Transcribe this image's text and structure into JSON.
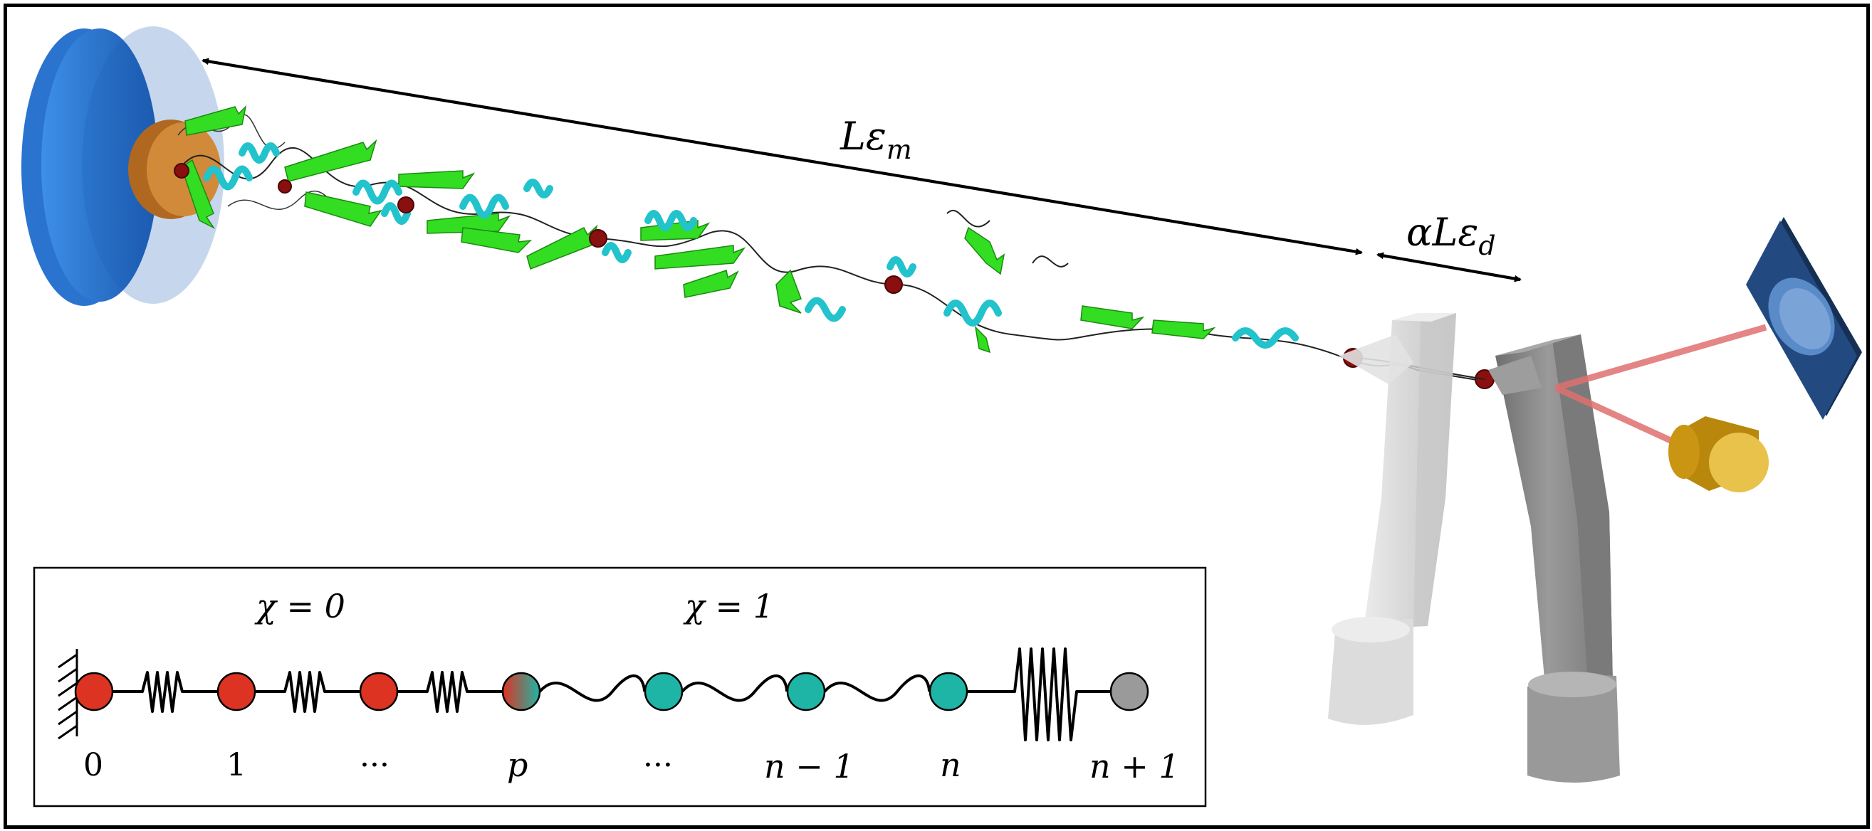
{
  "labels": {
    "L_eps_m": {
      "main": "Lε",
      "sub": "m"
    },
    "alpha_L_eps_d": {
      "main": "αLε",
      "sub": "d"
    }
  },
  "inset": {
    "chi_left": "χ = 0",
    "chi_right": "χ = 1",
    "node_labels": [
      "0",
      "1",
      "···",
      "p",
      "···",
      "n − 1",
      "n",
      "n + 1"
    ]
  },
  "colors": {
    "disk": "#1d5fb8",
    "disk_rim": "#3a86e0",
    "disk_center": "#c8782a",
    "helix": "#22c3cc",
    "sheet": "#33dd22",
    "bead": "#8a0f0f",
    "cantilever_light": "#d9d9d9",
    "cantilever_dark": "#8c8c8c",
    "laser": "#e07070",
    "detector": "#1c3c66",
    "laser_source": "#d4a012",
    "node_red": "#dd3322",
    "node_teal": "#1fb5a6",
    "node_gray": "#9a9a9a"
  }
}
